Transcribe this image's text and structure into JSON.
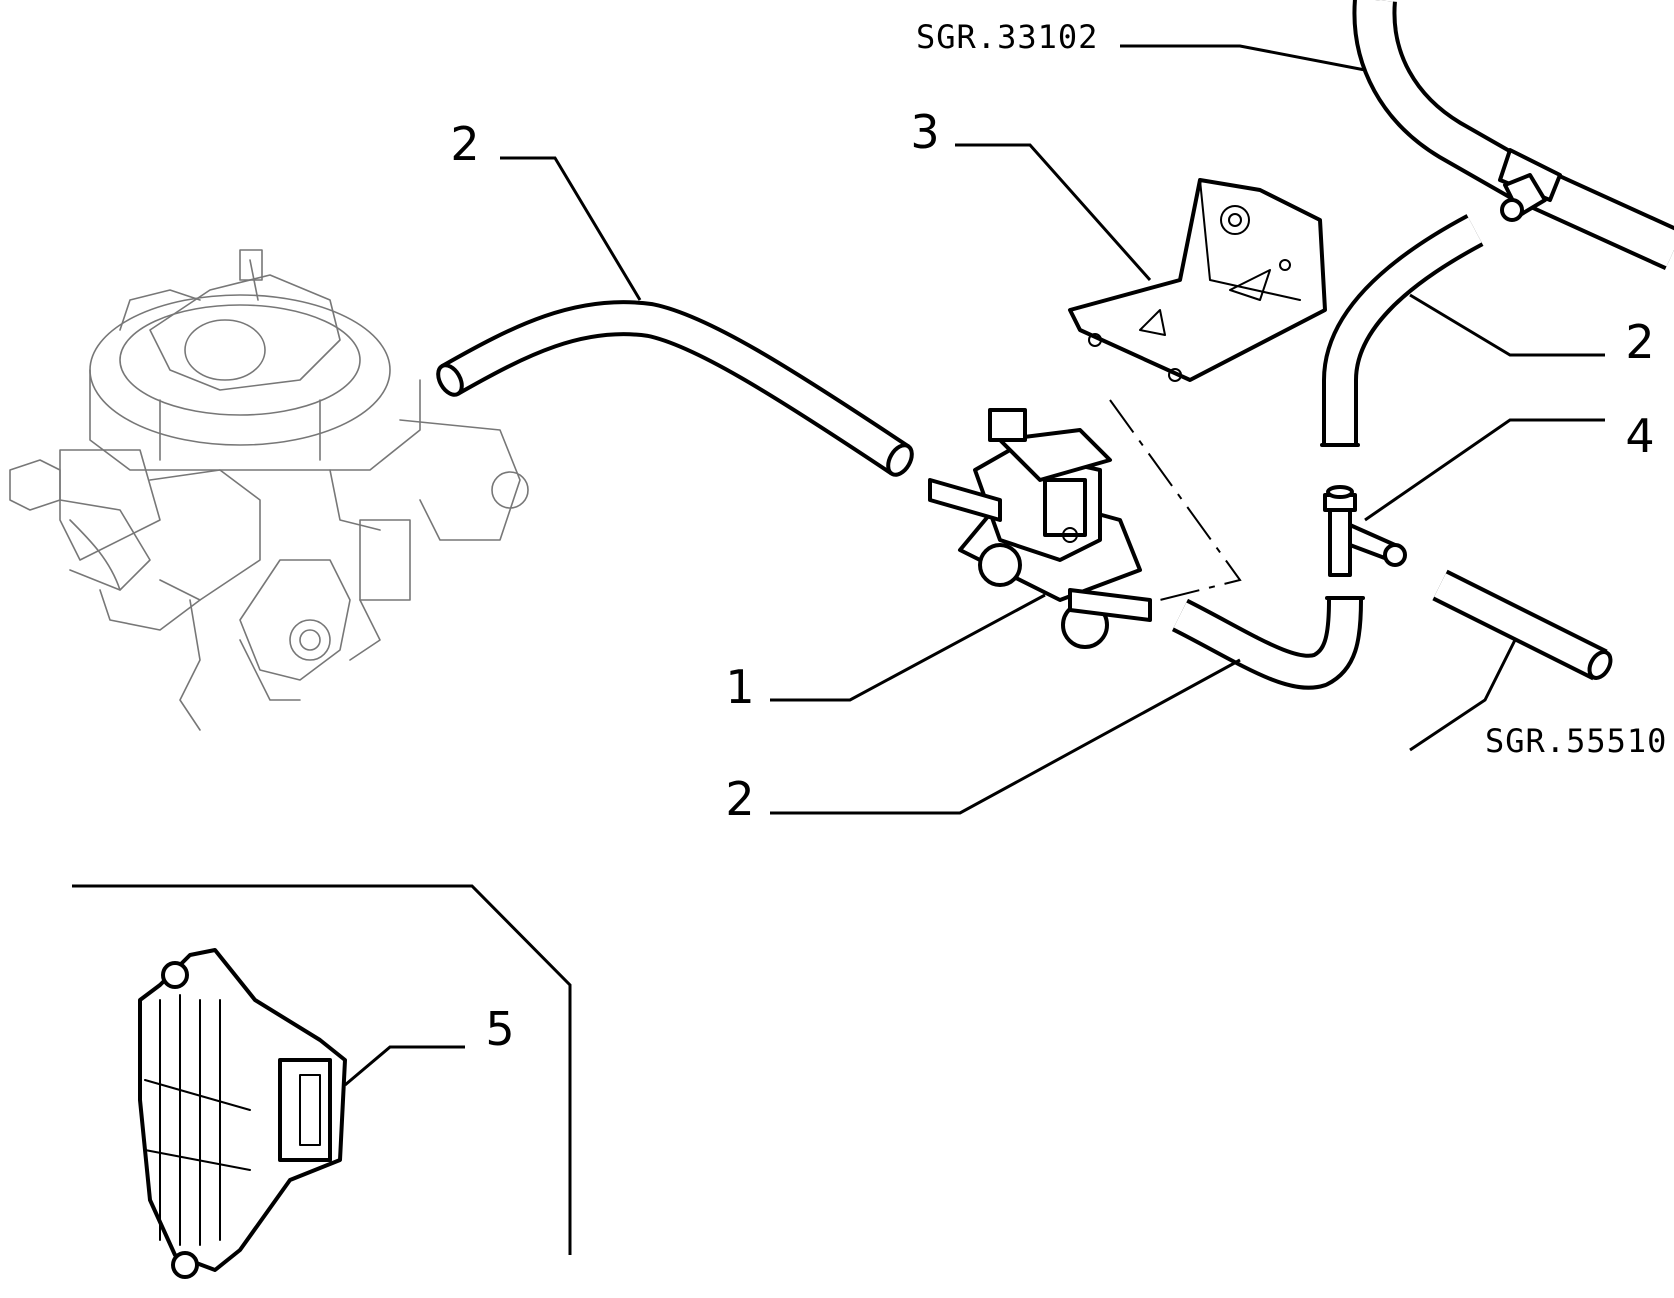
{
  "diagram": {
    "callouts": [
      {
        "id": "label-1",
        "text": "1"
      },
      {
        "id": "label-2-left",
        "text": "2"
      },
      {
        "id": "label-2-right",
        "text": "2"
      },
      {
        "id": "label-2-bottom",
        "text": "2"
      },
      {
        "id": "label-3",
        "text": "3"
      },
      {
        "id": "label-4",
        "text": "4"
      },
      {
        "id": "label-5",
        "text": "5"
      }
    ],
    "references": [
      {
        "id": "ref-sgr-33102",
        "text": "SGR.33102"
      },
      {
        "id": "ref-sgr-55510",
        "text": "SGR.55510"
      }
    ]
  }
}
